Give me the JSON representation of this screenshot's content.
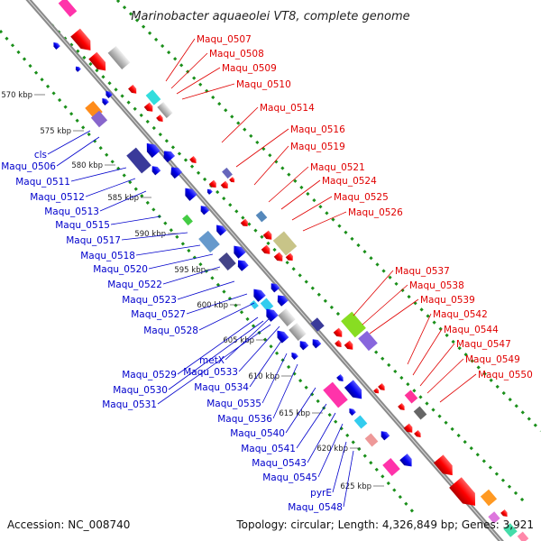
{
  "title": "Marinobacter aquaeolei VT8, complete genome",
  "accession": "Accession: NC_008740",
  "summary": "Topology: circular; Length: 4,326,849 bp; Genes: 3,921",
  "colors": {
    "right_labels": "#e00000",
    "left_labels": "#0000cc",
    "backbone": "#8a8a8a",
    "dotted_lanes": "#1a8f1a"
  },
  "ticks": [
    "570 kbp",
    "575 kbp",
    "580 kbp",
    "585 kbp",
    "590 kbp",
    "595 kbp",
    "600 kbp",
    "605 kbp",
    "610 kbp",
    "615 kbp",
    "620 kbp",
    "625 kbp"
  ],
  "right_labels": [
    "Maqu_0507",
    "Maqu_0508",
    "Maqu_0509",
    "Maqu_0510",
    "Maqu_0514",
    "Maqu_0516",
    "Maqu_0519",
    "Maqu_0521",
    "Maqu_0524",
    "Maqu_0525",
    "Maqu_0526",
    "Maqu_0537",
    "Maqu_0538",
    "Maqu_0539",
    "Maqu_0542",
    "Maqu_0544",
    "Maqu_0547",
    "Maqu_0549",
    "Maqu_0550"
  ],
  "left_labels": [
    "cls",
    "Maqu_0506",
    "Maqu_0511",
    "Maqu_0512",
    "Maqu_0513",
    "Maqu_0515",
    "Maqu_0517",
    "Maqu_0518",
    "Maqu_0520",
    "Maqu_0522",
    "Maqu_0523",
    "Maqu_0527",
    "Maqu_0528",
    "metX",
    "Maqu_0529",
    "Maqu_0533",
    "Maqu_0530",
    "Maqu_0534",
    "Maqu_0531",
    "Maqu_0535",
    "Maqu_0536",
    "Maqu_0540",
    "Maqu_0541",
    "Maqu_0543",
    "Maqu_0545",
    "pyrE",
    "Maqu_0548"
  ]
}
